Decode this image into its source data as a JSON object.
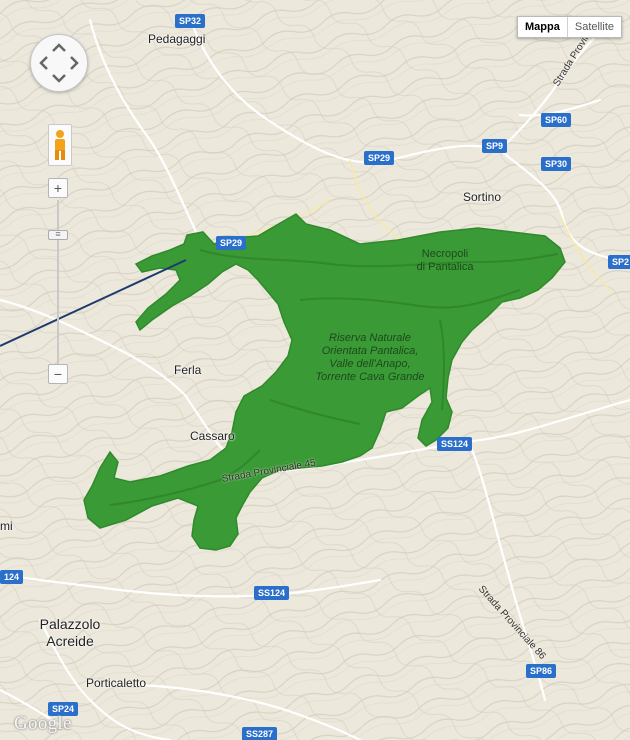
{
  "map_type": {
    "map_label": "Mappa",
    "satellite_label": "Satellite",
    "selected": "Mappa"
  },
  "controls": {
    "zoom_in_label": "+",
    "zoom_out_label": "−"
  },
  "places": [
    {
      "name": "Pedagaggi"
    },
    {
      "name": "Sortino"
    },
    {
      "name": "Ferla"
    },
    {
      "name": "Cassaro"
    },
    {
      "name": "Palazzolo Acreide"
    },
    {
      "name": "Porticaletto"
    },
    {
      "name": "mi"
    }
  ],
  "road_badges": [
    {
      "label": "SP32"
    },
    {
      "label": "SP60"
    },
    {
      "label": "SP9"
    },
    {
      "label": "SP29"
    },
    {
      "label": "SP30"
    },
    {
      "label": "SP29"
    },
    {
      "label": "SP2"
    },
    {
      "label": "SS124"
    },
    {
      "label": "SS124"
    },
    {
      "label": "124"
    },
    {
      "label": "SP86"
    },
    {
      "label": "SP24"
    },
    {
      "label": "SS287"
    }
  ],
  "road_labels": [
    {
      "text": "Strada Provinciale 45"
    },
    {
      "text": "Strada Provinciale 86"
    },
    {
      "text": "Strada Provin"
    }
  ],
  "reserve": {
    "name_lines": [
      "Riserva Naturale",
      "Orientata Pantalica,",
      "Valle dell'Anapo,",
      "Torrente Cava Grande"
    ],
    "color": "#3a9a35",
    "color_dark": "#2f8a2b"
  },
  "necropolis": {
    "lines": [
      "Necropoli",
      "di Pantalica"
    ]
  },
  "attribution": {
    "logo": "Google"
  },
  "colors": {
    "land": "#ece8dc",
    "road_badge": "#2a6fc9",
    "pointer_line": "#1c3b6e"
  }
}
